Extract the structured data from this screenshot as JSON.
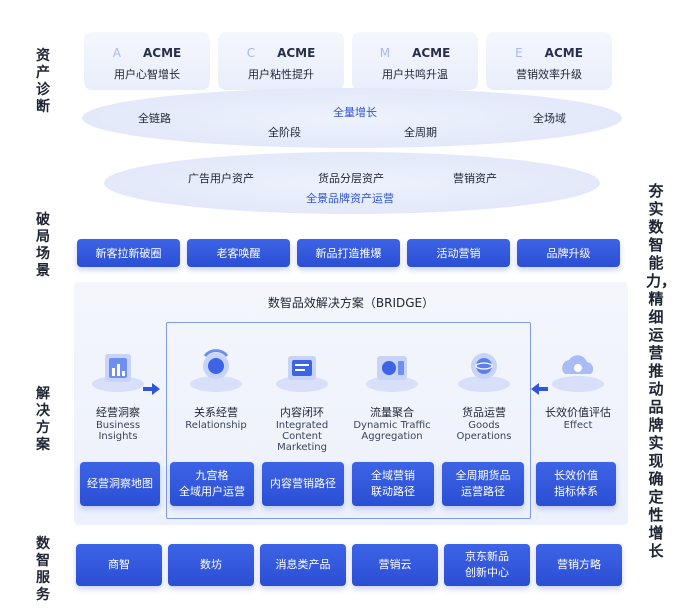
{
  "side_labels": {
    "asset": "资产诊断",
    "scene": "破局场景",
    "solution": "解决方案",
    "service": "数智服务",
    "right": "夯实数智能力，精细运营推动品牌实现确定性增长"
  },
  "top_cards": [
    {
      "letter": "A",
      "brand": "ACME",
      "title": "用户心智增长"
    },
    {
      "letter": "C",
      "brand": "ACME",
      "title": "用户粘性提升"
    },
    {
      "letter": "M",
      "brand": "ACME",
      "title": "用户共鸣升温"
    },
    {
      "letter": "E",
      "brand": "ACME",
      "title": "营销效率升级"
    }
  ],
  "ellipse_upper": {
    "center": "全量增长",
    "left": "全链路",
    "mid_left": "全阶段",
    "mid_right": "全周期",
    "right": "全场域"
  },
  "ellipse_lower": {
    "item1": "广告用户资产",
    "item2": "货品分层资产",
    "item3": "营销资产",
    "center": "全景品牌资产运营"
  },
  "scenes": [
    "新客拉新破圈",
    "老客唤醒",
    "新品打造推爆",
    "活动营销",
    "品牌升级"
  ],
  "solution": {
    "title": "数智品效解决方案（BRIDGE）",
    "columns": [
      {
        "cn": "经营洞察",
        "en1": "Business",
        "en2": "Insights",
        "en3": "",
        "btn1": "经营洞察地图",
        "btn2": ""
      },
      {
        "cn": "关系经营",
        "en1": "Relationship",
        "en2": "",
        "en3": "",
        "btn1": "九宫格",
        "btn2": "全域用户运营"
      },
      {
        "cn": "内容闭环",
        "en1": "Integrated",
        "en2": "Content",
        "en3": "Marketing",
        "btn1": "内容营销路径",
        "btn2": ""
      },
      {
        "cn": "流量聚合",
        "en1": "Dynamic Traffic",
        "en2": "Aggregation",
        "en3": "",
        "btn1": "全域营销",
        "btn2": "联动路径"
      },
      {
        "cn": "货品运营",
        "en1": "Goods",
        "en2": "Operations",
        "en3": "",
        "btn1": "全周期货品",
        "btn2": "运营路径"
      },
      {
        "cn": "长效价值评估",
        "en1": "Effect",
        "en2": "",
        "en3": "",
        "btn1": "长效价值",
        "btn2": "指标体系"
      }
    ]
  },
  "services": [
    {
      "l1": "商智",
      "l2": ""
    },
    {
      "l1": "数坊",
      "l2": ""
    },
    {
      "l1": "消息类产品",
      "l2": ""
    },
    {
      "l1": "营销云",
      "l2": ""
    },
    {
      "l1": "京东新品",
      "l2": "创新中心"
    },
    {
      "l1": "营销方略",
      "l2": ""
    }
  ],
  "colors": {
    "accent": "#2f55d8",
    "button": "#3358e0",
    "panel": "#eef2fc"
  }
}
